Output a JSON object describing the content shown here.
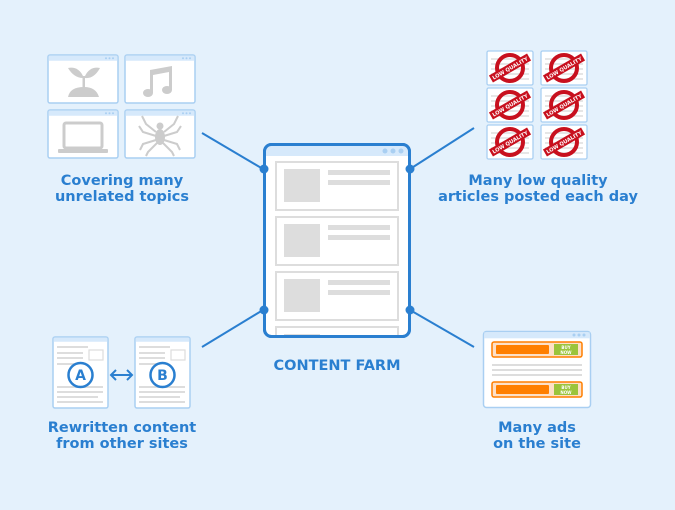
{
  "title": "CONTENT FARM",
  "features": {
    "topics": {
      "line1": "Covering many",
      "line2": "unrelated topics",
      "icons": [
        "plant-icon",
        "music-note-icon",
        "laptop-icon",
        "spider-icon"
      ]
    },
    "low_quality": {
      "line1": "Many low quality",
      "line2": "articles posted each day",
      "stamp_text": "LOW QUALITY"
    },
    "rewritten": {
      "line1": "Rewritten content",
      "line2": "from other sites",
      "doc_a": "A",
      "doc_b": "B"
    },
    "ads": {
      "line1": "Many ads",
      "line2": "on the site",
      "button_line1": "BUY",
      "button_line2": "NOW"
    }
  },
  "colors": {
    "accent": "#2a7fd0",
    "background": "#e4f1fc",
    "stamp": "#c8101e",
    "ad": "#ff7f00",
    "ad_button": "#9bc43c"
  }
}
